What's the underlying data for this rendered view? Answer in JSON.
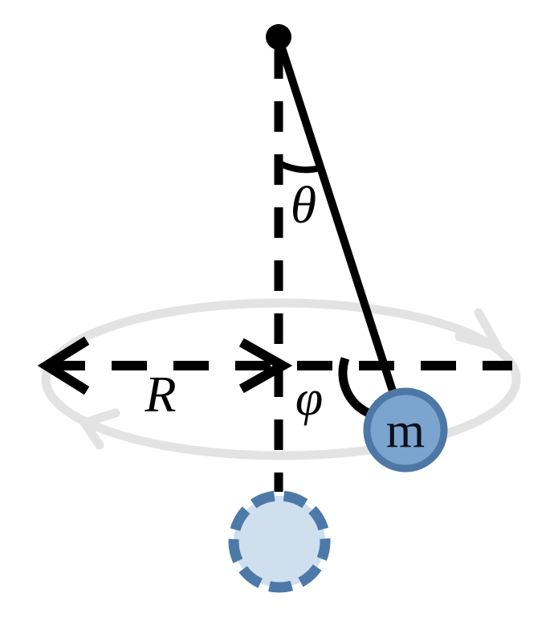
{
  "figure": {
    "labels": {
      "polar_angle": "θ",
      "radius": "R",
      "azimuth_angle": "φ",
      "mass": "m"
    },
    "colors": {
      "line_black": "#000000",
      "path_gray": "#e3e3e3",
      "mass_fill": "#7ba4cf",
      "mass_ring": "#4d77a5",
      "ghost_fill": "#cfdfee",
      "ghost_ring": "#4d79a8"
    }
  }
}
